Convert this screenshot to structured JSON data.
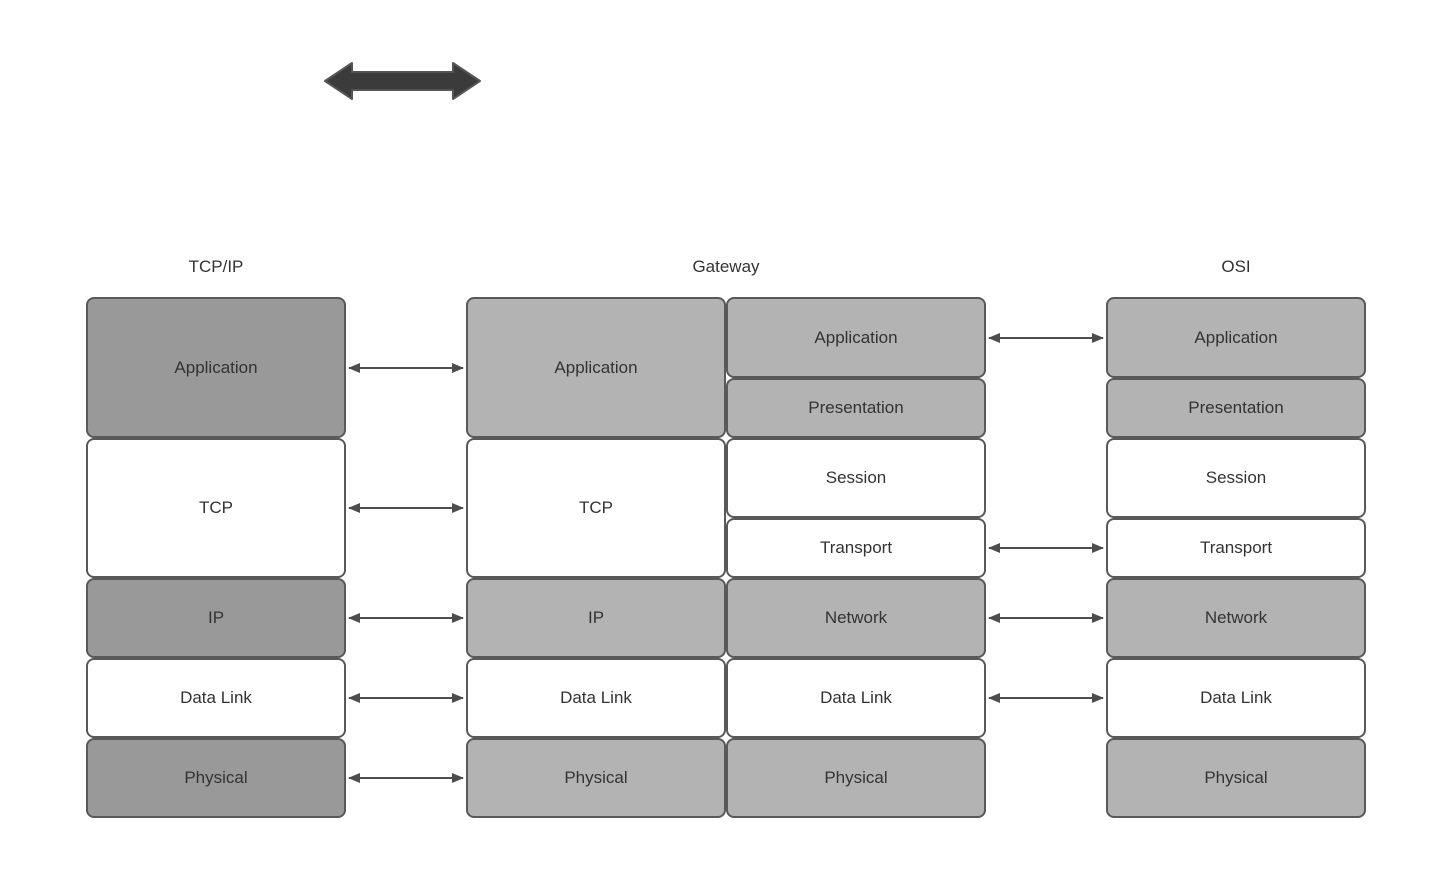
{
  "palette": {
    "dark_gray_fill": "#999999",
    "light_gray_fill": "#b3b3b3",
    "white_fill": "#ffffff",
    "box_border": "#595959",
    "connector": "#4d4d4d",
    "thick_arrow_fill": "#3b3b3b",
    "thick_arrow_stroke": "#555555",
    "text": "#333333",
    "background": "#ffffff"
  },
  "icons": {
    "top_double_arrow": "thick-horizontal-double-headed-arrow",
    "connector_style": "thin-double-headed-arrow"
  },
  "columns": [
    {
      "title": "TCP/IP",
      "layers": [
        {
          "label": "Application",
          "fill": "dark_gray"
        },
        {
          "label": "TCP",
          "fill": "white"
        },
        {
          "label": "IP",
          "fill": "dark_gray"
        },
        {
          "label": "Data Link",
          "fill": "white"
        },
        {
          "label": "Physical",
          "fill": "dark_gray"
        }
      ]
    },
    {
      "title": "Gateway",
      "left_layers": [
        {
          "label": "Application",
          "fill": "light_gray"
        },
        {
          "label": "TCP",
          "fill": "white"
        },
        {
          "label": "IP",
          "fill": "light_gray"
        },
        {
          "label": "Data Link",
          "fill": "white"
        },
        {
          "label": "Physical",
          "fill": "light_gray"
        }
      ],
      "right_layers": [
        {
          "label": "Application",
          "fill": "light_gray"
        },
        {
          "label": "Presentation",
          "fill": "light_gray"
        },
        {
          "label": "Session",
          "fill": "white"
        },
        {
          "label": "Transport",
          "fill": "white"
        },
        {
          "label": "Network",
          "fill": "light_gray"
        },
        {
          "label": "Data Link",
          "fill": "white"
        },
        {
          "label": "Physical",
          "fill": "light_gray"
        }
      ]
    },
    {
      "title": "OSI",
      "layers": [
        {
          "label": "Application",
          "fill": "light_gray"
        },
        {
          "label": "Presentation",
          "fill": "light_gray"
        },
        {
          "label": "Session",
          "fill": "white"
        },
        {
          "label": "Transport",
          "fill": "white"
        },
        {
          "label": "Network",
          "fill": "light_gray"
        },
        {
          "label": "Data Link",
          "fill": "white"
        },
        {
          "label": "Physical",
          "fill": "light_gray"
        }
      ]
    }
  ],
  "connections": {
    "tcpip_gateway_rows": [
      "Application",
      "TCP",
      "IP",
      "Data Link",
      "Physical"
    ],
    "gateway_osi_rows": [
      "Application",
      "Transport",
      "Network",
      "Data Link"
    ]
  }
}
